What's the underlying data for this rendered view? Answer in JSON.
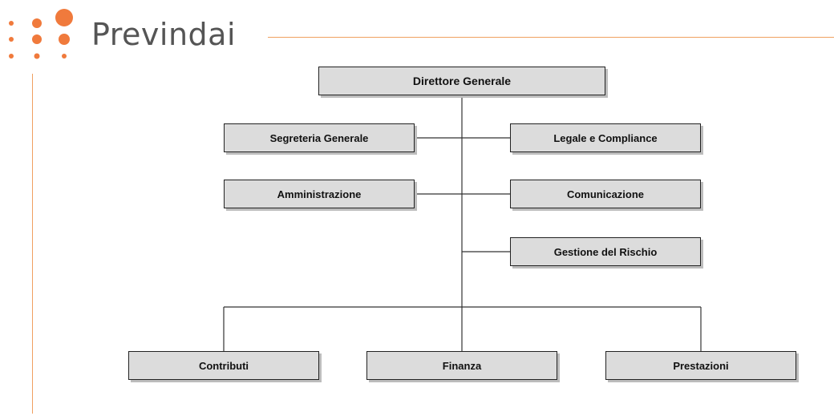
{
  "brand": {
    "name": "Previndai",
    "colors": {
      "logo_orange": "#f07a3c",
      "logo_light": "#f5b48a",
      "rule": "#f0a060",
      "text": "#555555"
    }
  },
  "org_chart": {
    "top": "Direttore Generale",
    "staff_left": [
      "Segreteria Generale",
      "Amministrazione"
    ],
    "staff_right": [
      "Legale e Compliance",
      "Comunicazione",
      "Gestione del Rischio"
    ],
    "divisions": [
      "Contributi",
      "Finanza",
      "Prestazioni"
    ],
    "box_color": "#dcdcdc"
  }
}
